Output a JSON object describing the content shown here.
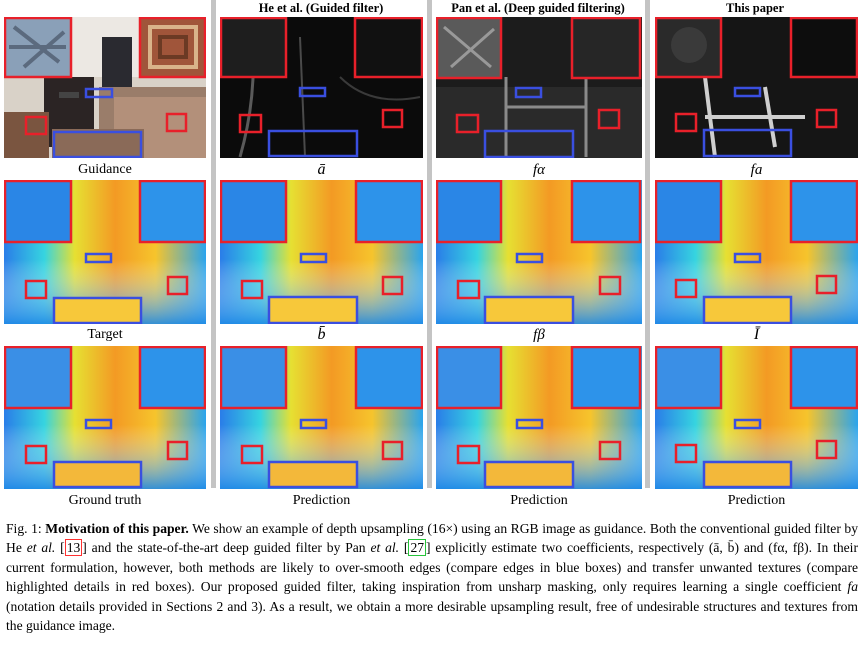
{
  "columns": {
    "titles": [
      "He et al. (Guided filter)",
      "Pan et al. (Deep guided filtering)",
      "This paper"
    ]
  },
  "captions": {
    "col1": [
      "Guidance",
      "Target",
      "Ground truth"
    ],
    "col2": [
      "ā",
      "b̄",
      "Prediction"
    ],
    "col3": [
      "fα",
      "fβ",
      "Prediction"
    ],
    "col4": [
      "fa",
      "Ī",
      "Prediction"
    ]
  },
  "figure_caption": {
    "label": "Fig. 1:",
    "bold": "Motivation of this paper.",
    "s1": "We show an example of depth upsampling (16×) using an RGB image as guidance. Both the conventional guided filter by He",
    "etal": "et al.",
    "ref1": "13",
    "s2": "and the state-of-the-art deep guided filter by Pan",
    "ref2": "27",
    "s3": "explicitly estimate two coefficients, respectively (ā, b̄) and (fα, fβ). In their current formulation, however, both methods are likely to over-smooth edges (compare edges in blue boxes) and transfer unwanted textures (compare highlighted details in red boxes). Our proposed guided filter, taking inspiration from unsharp masking, only requires learning a single coefficient",
    "fa": "fa",
    "s4": "(notation details provided in Sections 2 and 3). As a result, we obtain a more desirable upsampling result, free of undesirable structures and textures from the guidance image."
  },
  "colors": {
    "red_box": "#e8202a",
    "blue_box": "#3a4fe0",
    "separator": "#c4c4c4"
  }
}
